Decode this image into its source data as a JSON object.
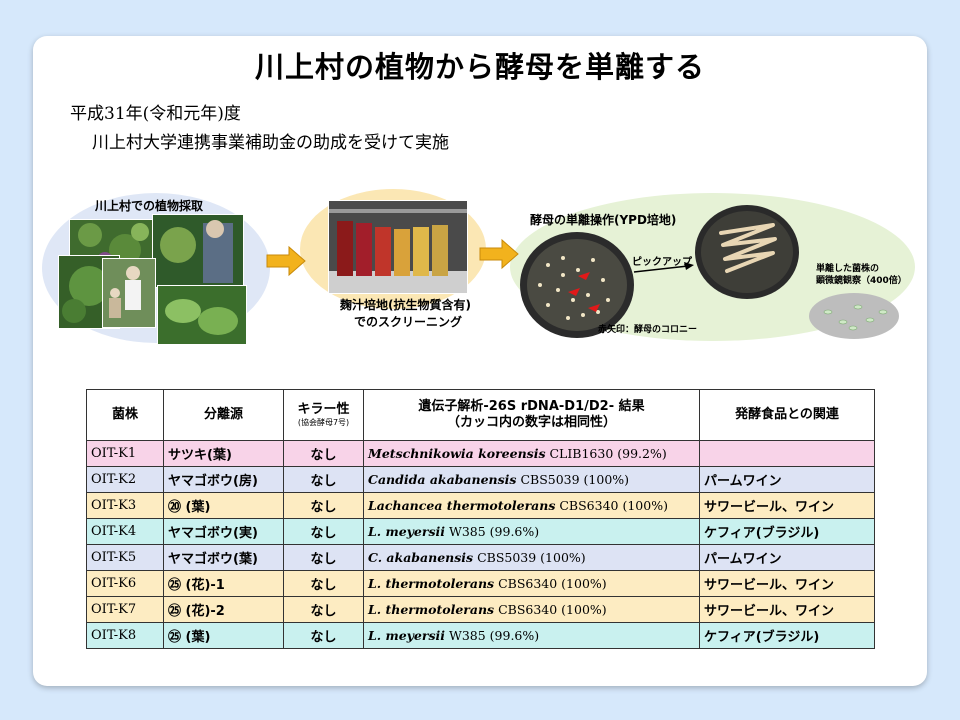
{
  "title": "川上村の植物から酵母を単離する",
  "subtitle_line1": "平成31年(令和元年)度",
  "subtitle_line2": "川上村大学連携事業補助金の助成を受けて実施",
  "diagram": {
    "step1_label": "川上村での植物採取",
    "step2_label_line1": "麹汁培地(抗生物質含有)",
    "step2_label_line2": "でのスクリーニング",
    "step3_label": "酵母の単離操作(YPD培地)",
    "pickup_label": "ピックアップ",
    "red_arrow_label": "赤矢印：酵母のコロニー",
    "microscope_label_line1": "単離した菌株の",
    "microscope_label_line2": "顕微鏡観察（400倍）"
  },
  "colors": {
    "pink": "#f8d3e8",
    "lavender": "#dde3f4",
    "yellow": "#fdecc2",
    "cyan": "#c9f1ef",
    "arrow": "#f2b21d"
  },
  "table": {
    "headers": {
      "strain": "菌株",
      "source": "分離源",
      "killer": "キラー性",
      "killer_note": "(協会酵母7号)",
      "gene_line1": "遺伝子解析-26S rDNA-D1/D2-  結果",
      "gene_line2": "（カッコ内の数字は相同性）",
      "food": "発酵食品との関連"
    },
    "rows": [
      {
        "strain": "OIT-K1",
        "source": "サツキ(葉)",
        "killer": "なし",
        "species": "Metschnikowia koreensis",
        "strain_ref": " CLIB1630 (99.2%)",
        "food": "",
        "color": "pink"
      },
      {
        "strain": "OIT-K2",
        "source": "ヤマゴボウ(房)",
        "killer": "なし",
        "species": "Candida akabanensis",
        "strain_ref": " CBS5039 (100%)",
        "food": "パームワイン",
        "color": "lavender"
      },
      {
        "strain": "OIT-K3",
        "source": "⑳ (葉)",
        "killer": "なし",
        "species": "Lachancea thermotolerans",
        "strain_ref": " CBS6340 (100%)",
        "food": "サワービール、ワイン",
        "color": "yellow"
      },
      {
        "strain": "OIT-K4",
        "source": "ヤマゴボウ(実)",
        "killer": "なし",
        "species": "L. meyersii",
        "strain_ref": " W385 (99.6%)",
        "food": "ケフィア(ブラジル)",
        "color": "cyan"
      },
      {
        "strain": "OIT-K5",
        "source": "ヤマゴボウ(葉)",
        "killer": "なし",
        "species": "C. akabanensis",
        "strain_ref": " CBS5039 (100%)",
        "food": "パームワイン",
        "color": "lavender"
      },
      {
        "strain": "OIT-K6",
        "source": "㉕ (花)-1",
        "killer": "なし",
        "species": "L. thermotolerans",
        "strain_ref": " CBS6340 (100%)",
        "food": "サワービール、ワイン",
        "color": "yellow"
      },
      {
        "strain": "OIT-K7",
        "source": "㉕ (花)-2",
        "killer": "なし",
        "species": "L. thermotolerans",
        "strain_ref": " CBS6340 (100%)",
        "food": "サワービール、ワイン",
        "color": "yellow"
      },
      {
        "strain": "OIT-K8",
        "source": "㉕ (葉)",
        "killer": "なし",
        "species": "L. meyersii",
        "strain_ref": " W385 (99.6%)",
        "food": "ケフィア(ブラジル)",
        "color": "cyan"
      }
    ]
  }
}
